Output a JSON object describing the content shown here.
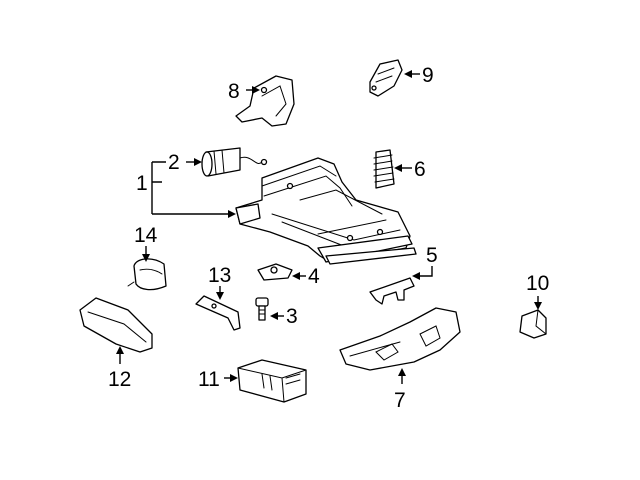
{
  "diagram": {
    "background_color": "#ffffff",
    "line_color": "#000000",
    "callouts": [
      {
        "number": "1",
        "part": "seat-track-frame"
      },
      {
        "number": "2",
        "part": "motor"
      },
      {
        "number": "3",
        "part": "bolt"
      },
      {
        "number": "4",
        "part": "clip"
      },
      {
        "number": "5",
        "part": "bracket"
      },
      {
        "number": "6",
        "part": "boot"
      },
      {
        "number": "7",
        "part": "side-shield"
      },
      {
        "number": "8",
        "part": "upper-bracket-left"
      },
      {
        "number": "9",
        "part": "upper-bracket-right"
      },
      {
        "number": "10",
        "part": "cap"
      },
      {
        "number": "11",
        "part": "control-module"
      },
      {
        "number": "12",
        "part": "trim-cover"
      },
      {
        "number": "13",
        "part": "plate"
      },
      {
        "number": "14",
        "part": "strap"
      }
    ]
  }
}
